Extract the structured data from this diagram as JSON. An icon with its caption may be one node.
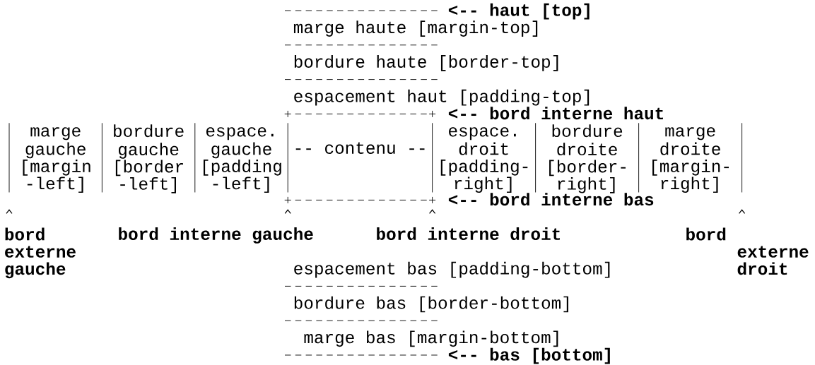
{
  "diagram": {
    "labels": [
      "<-- haut [top]",
      "marge haute [margin-top]",
      "bordure haute [border-top]",
      "espacement haut [padding-top]",
      "<-- bord interne haut",
      "marge gauche [margin -left]",
      "bordure gauche [border -left]",
      "espace. gauche [padding -left]",
      "-- contenu --",
      "espace. droit [padding- right]",
      "bordure droite [border- right]",
      "marge droite [margin- right]",
      "<-- bord interne bas",
      "bord externe gauche",
      "bord interne gauche",
      "bord interne droit",
      "bord externe droit",
      "espacement bas [padding-bottom]",
      "bordure bas [border-bottom]",
      "marge bas [margin-bottom]",
      "<-- bas [bottom]"
    ]
  }
}
